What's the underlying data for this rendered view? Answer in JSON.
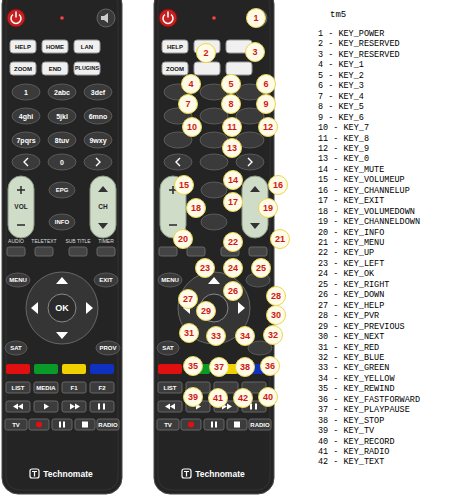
{
  "diagram": {
    "labels": [
      "HELP",
      "HOME",
      "LAN",
      "ZOOM",
      "END",
      "PLUGINS",
      "1",
      "2abc",
      "3def",
      "4ghi",
      "5jkl",
      "6mno",
      "7pqrs",
      "8tuv",
      "9wxy",
      "0",
      "VOL",
      "EPG",
      "CH",
      "INFO",
      "AUDIO",
      "TELETEXT",
      "SUB TITLE",
      "TIMER",
      "MENU",
      "EXIT",
      "OK",
      "SAT",
      "PROV",
      "LIST",
      "MEDIA",
      "F1",
      "F2",
      "TV",
      "RADIO",
      "Technomate",
      "HELP",
      "ZOOM",
      "MENU",
      "SAT",
      "LIST",
      "TV",
      "RADIO",
      "Technomate",
      "1",
      "2",
      "3",
      "4",
      "5",
      "6",
      "7",
      "8",
      "9",
      "10",
      "11",
      "12",
      "13",
      "14",
      "15",
      "16",
      "17",
      "18",
      "19",
      "20",
      "21",
      "22",
      "23",
      "24",
      "25",
      "26",
      "27",
      "28",
      "29",
      "30",
      "31",
      "32",
      "33",
      "34",
      "35",
      "36",
      "37",
      "38",
      "39",
      "40",
      "41",
      "42",
      "tm5",
      "1 - KEY_POWER",
      "2 - KEY_RESERVED",
      "3 - KEY_RESERVED",
      "4 - KEY_1",
      "5 - KEY_2",
      "6 - KEY_3",
      "7 - KEY_4",
      "8 - KEY_5",
      "9 - KEY_6",
      "10 - KEY_7",
      "11 - KEY_8",
      "12 - KEY_9",
      "13 - KEY_0",
      "14 - KEY_MUTE",
      "15 - KEY_VOLUMEUP",
      "16 - KEY_CHANNELUP",
      "17 - KEY_EXIT",
      "18 - KEY_VOLUMEDOWN",
      "19 - KEY_CHANNELDOWN",
      "20 - KEY_INFO",
      "21 - KEY_MENU",
      "22 - KEY_UP",
      "23 - KEY_LEFT",
      "24 - KEY_OK",
      "25 - KEY_RIGHT",
      "26 - KEY_DOWN",
      "27 - KEY_HELP",
      "28 - KEY_PVR",
      "29 - KEY_PREVIOUS",
      "30 - KEY_NEXT",
      "31 - KEY_RED",
      "32 - KEY_BLUE",
      "33 - KEY_GREEN",
      "34 - KEY_YELLOW",
      "35 - KEY_REWIND",
      "36 - KEY_FASTFORWARD",
      "37 - KEY_PLAYPAUSE",
      "38 - KEY_STOP",
      "39 - KEY_TV",
      "40 - KEY_RECORD",
      "41 - KEY_RADIO",
      "42 - KEY_TEXT"
    ]
  }
}
